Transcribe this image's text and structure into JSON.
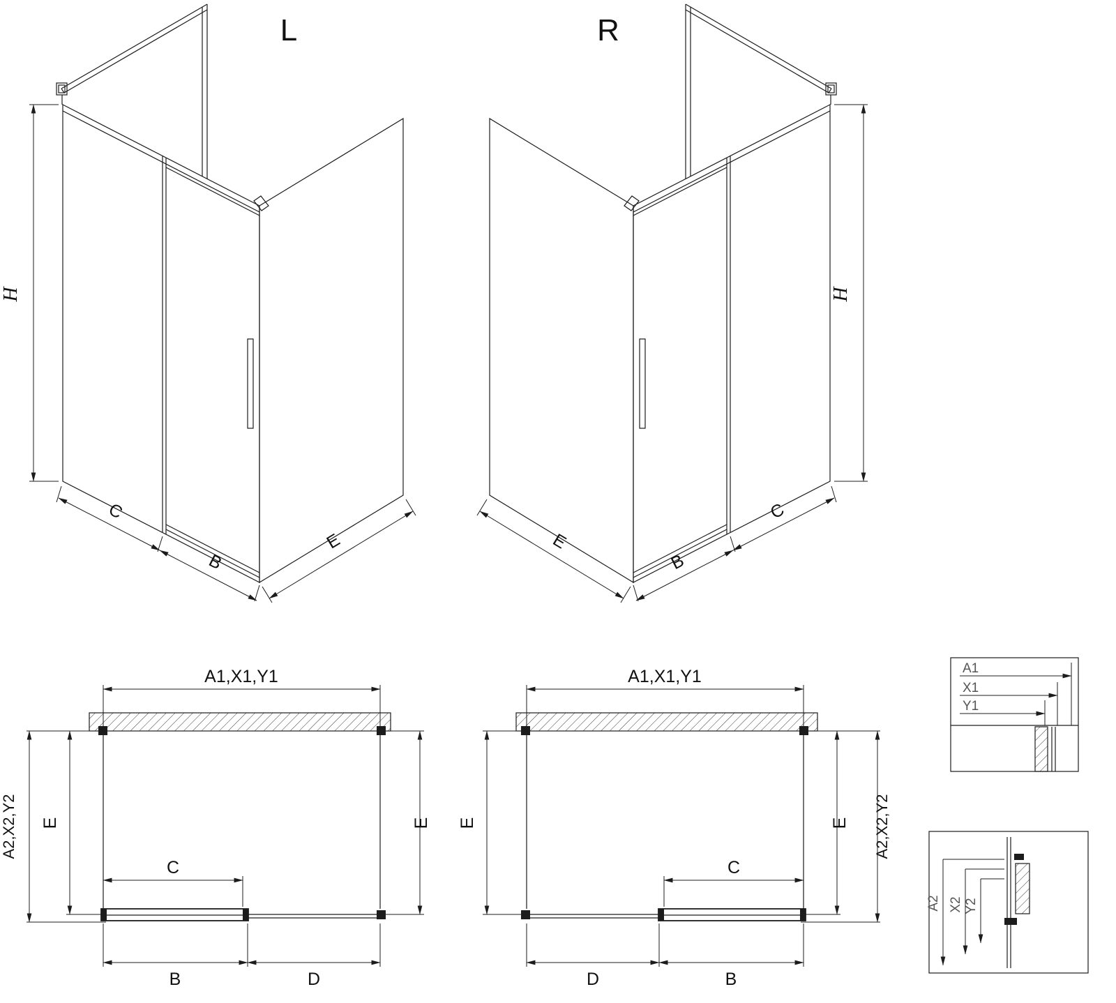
{
  "page": {
    "background": "#ffffff",
    "line_color": "#1c1c1c"
  },
  "iso_left": {
    "title": "L",
    "dim_height": "H",
    "dim_back_panel": "C",
    "dim_door": "B",
    "dim_side": "E"
  },
  "iso_right": {
    "title": "R",
    "dim_height": "H",
    "dim_side": "E",
    "dim_door": "B",
    "dim_back_panel": "C"
  },
  "plan_left": {
    "dim_top": "A1,X1,Y1",
    "dim_left_outer": "A2,X2,Y2",
    "dim_left_inner": "E",
    "dim_right_inner": "E",
    "dim_door_opening": "C",
    "dim_bottom_left": "B",
    "dim_bottom_right": "D"
  },
  "plan_right": {
    "dim_top": "A1,X1,Y1",
    "dim_right_outer": "A2,X2,Y2",
    "dim_left_inner": "E",
    "dim_right_inner": "E",
    "dim_door_opening": "C",
    "dim_bottom_left": "D",
    "dim_bottom_right": "B"
  },
  "detail_top": {
    "labels": [
      "A1",
      "X1",
      "Y1"
    ]
  },
  "detail_bottom": {
    "labels": [
      "A2",
      "X2",
      "Y2"
    ]
  }
}
